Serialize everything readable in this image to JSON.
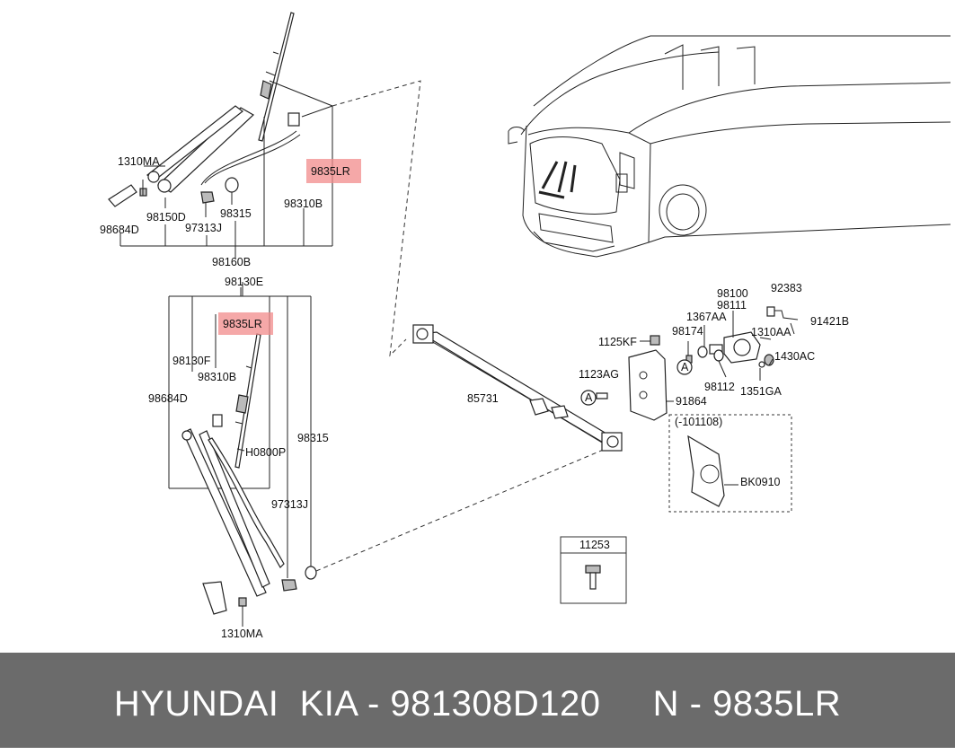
{
  "labels": {
    "top_1310MA": "1310MA",
    "top_98684D": "98684D",
    "top_98150D": "98150D",
    "top_97313J": "97313J",
    "top_98315": "98315",
    "top_98310B": "98310B",
    "top_9835LR": "9835LR",
    "top_98160B": "98160B",
    "mid_98130E": "98130E",
    "mid_9835LR": "9835LR",
    "mid_98130F": "98130F",
    "mid_98310B": "98310B",
    "mid_98684D": "98684D",
    "mid_98315": "98315",
    "mid_H0800P": "H0800P",
    "mid_97313J": "97313J",
    "bot_1310MA": "1310MA",
    "r_85731": "85731",
    "r_1125KF": "1125KF",
    "r_1123AG": "1123AG",
    "r_91864": "91864",
    "r_98174": "98174",
    "r_1367AA": "1367AA",
    "r_98100": "98100",
    "r_98111": "98111",
    "r_92383": "92383",
    "r_91421B": "91421B",
    "r_1310AA": "1310AA",
    "r_1430AC": "1430AC",
    "r_98112": "98112",
    "r_1351GA": "1351GA",
    "r_101108": "(-101108)",
    "r_BK0910": "BK0910",
    "box_11253": "11253",
    "callout_A1": "A",
    "callout_A2": "A"
  },
  "footer": {
    "text": "HYUNDAI  KIA - 981308D120     N - 9835LR"
  },
  "colors": {
    "highlight": "#f28b8b",
    "footer_bg": "#6b6b6b",
    "footer_text": "#ffffff"
  }
}
